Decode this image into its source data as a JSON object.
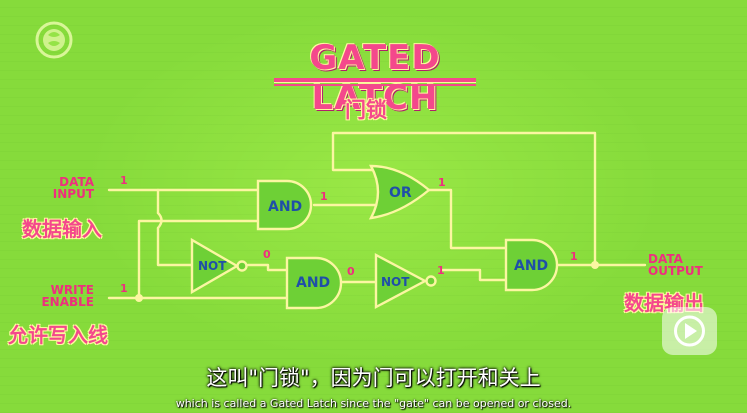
{
  "title": "GATED LATCH",
  "title_zh": "门锁",
  "inputs": {
    "data_input": {
      "line1": "DATA",
      "line2": "INPUT",
      "zh": "数据输入",
      "value": "1"
    },
    "write_enable": {
      "line1": "WRITE",
      "line2": "ENABLE",
      "zh": "允许写入线",
      "value": "1"
    }
  },
  "output": {
    "line1": "DATA",
    "line2": "OUTPUT",
    "zh": "数据输出",
    "value": "1"
  },
  "gates": {
    "and_top": {
      "label": "AND",
      "out": "1"
    },
    "or": {
      "label": "OR",
      "out": "1"
    },
    "not_left": {
      "label": "NOT",
      "out": "0"
    },
    "and_mid": {
      "label": "AND",
      "out": "0"
    },
    "not_right": {
      "label": "NOT",
      "out": "1"
    },
    "and_right": {
      "label": "AND",
      "out": "1"
    }
  },
  "subtitle_zh": "这叫\"门锁\"，因为门可以打开和关上",
  "subtitle_en": "which is called a Gated Latch since the \"gate\" can be opened or closed.",
  "colors": {
    "background": "#86db3b",
    "wire": "#fbf6a2",
    "gate_fill": "#6ed036",
    "gate_text": "#1f4fa8",
    "accent": "#f4488c",
    "wire_value": "#ee2f7e"
  },
  "icons": {
    "logo": "pbs-logo-icon",
    "play": "play-button-icon"
  }
}
